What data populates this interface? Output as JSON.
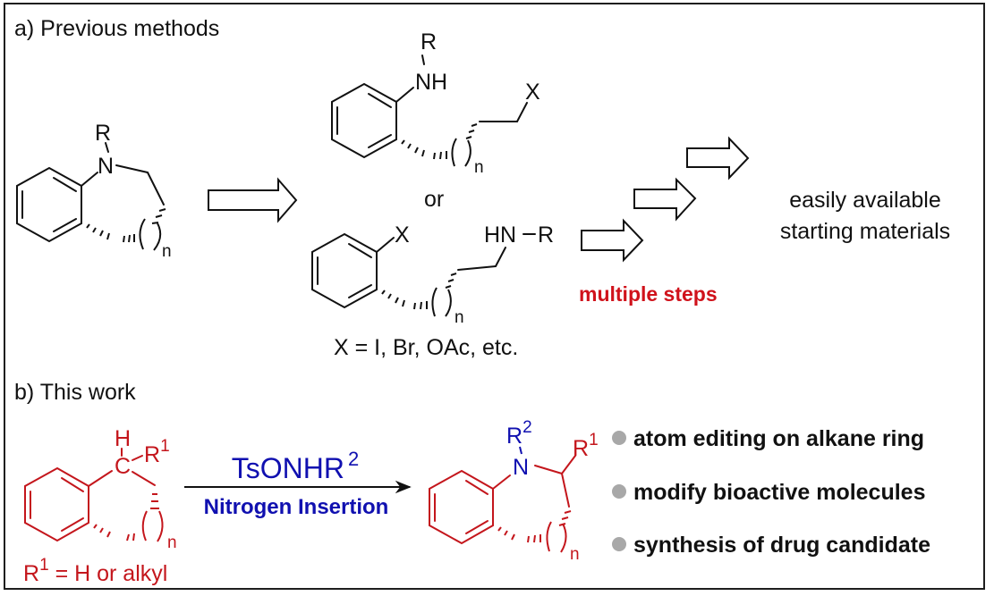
{
  "colors": {
    "product_red": "#c4161c",
    "reagent_blue": "#1010b0",
    "text_black": "#111111",
    "bullet_gray": "#a8a8a8",
    "frame": "#1e1e1e"
  },
  "section_a": {
    "label": "a) Previous methods",
    "target": {
      "n_label": "N",
      "r_label": "R",
      "n_sub": "n"
    },
    "precursor_1": {
      "nh_label": "NH",
      "r_label": "R",
      "x_label": "X",
      "n_sub": "n"
    },
    "or_label": "or",
    "precursor_2": {
      "x_label": "X",
      "hn_label": "HN",
      "dash": "−",
      "r_label": "R",
      "n_sub": "n"
    },
    "x_definition": "X = I, Br, OAc, etc.",
    "multiple_steps": "multiple steps",
    "starting_materials_line1": "easily available",
    "starting_materials_line2": "starting materials"
  },
  "section_b": {
    "label": "b) This work",
    "substrate": {
      "h_label": "H",
      "c_label": "C",
      "r1_label": "R",
      "r1_sup": "1",
      "n_sub": "n"
    },
    "r1_definition": {
      "r": "R",
      "sup": "1",
      "rest": " = H or alkyl"
    },
    "reagent": {
      "text": "TsONHR",
      "sup": "2"
    },
    "condition": "Nitrogen Insertion",
    "product": {
      "n_label": "N",
      "r2_label": "R",
      "r2_sup": "2",
      "r1_label": "R",
      "r1_sup": "1",
      "n_sub": "n"
    },
    "bullets": [
      "atom editing on alkane ring",
      "modify bioactive molecules",
      "synthesis of drug candidate"
    ]
  }
}
